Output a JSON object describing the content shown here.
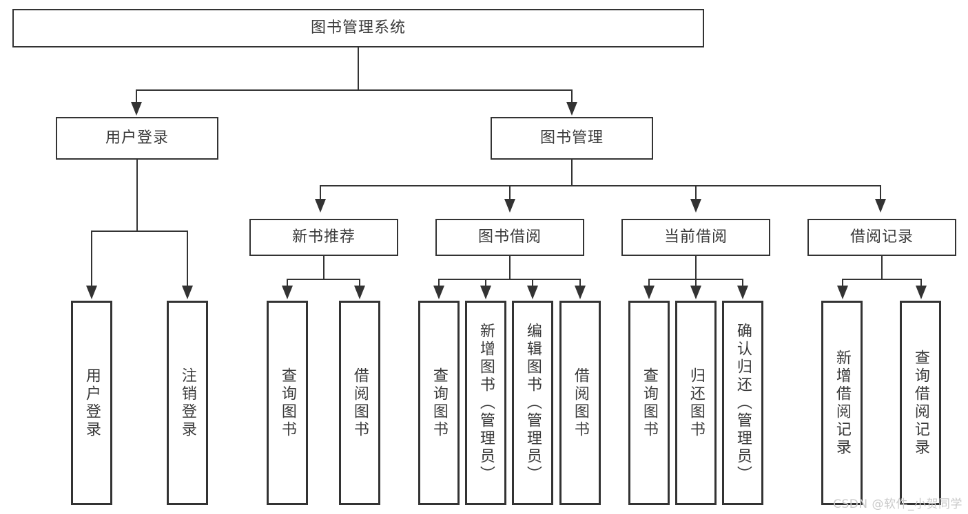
{
  "diagram": {
    "title": "图书管理系统",
    "watermark": "CSDN @软件_小贺同学",
    "root": {
      "label": "图书管理系统"
    },
    "level2": [
      {
        "id": "user-login",
        "label": "用户登录"
      },
      {
        "id": "book-management",
        "label": "图书管理"
      }
    ],
    "level3": [
      {
        "id": "new-book-recommend",
        "label": "新书推荐"
      },
      {
        "id": "book-borrow",
        "label": "图书借阅"
      },
      {
        "id": "current-borrow",
        "label": "当前借阅"
      },
      {
        "id": "borrow-record",
        "label": "借阅记录"
      }
    ],
    "leaves": {
      "user_login": [
        {
          "id": "leaf-user-login",
          "label": "用户登录"
        },
        {
          "id": "leaf-logout-login",
          "label": "注销登录"
        }
      ],
      "new_book_recommend": [
        {
          "id": "leaf-query-book-1",
          "label": "查询图书"
        },
        {
          "id": "leaf-borrow-book-1",
          "label": "借阅图书"
        }
      ],
      "book_borrow": [
        {
          "id": "leaf-query-book-2",
          "label": "查询图书"
        },
        {
          "id": "leaf-add-book",
          "label": "新增图书（管理员）"
        },
        {
          "id": "leaf-edit-book",
          "label": "编辑图书（管理员）"
        },
        {
          "id": "leaf-borrow-book-2",
          "label": "借阅图书"
        }
      ],
      "current_borrow": [
        {
          "id": "leaf-query-book-3",
          "label": "查询图书"
        },
        {
          "id": "leaf-return-book",
          "label": "归还图书"
        },
        {
          "id": "leaf-confirm-return",
          "label": "确认归还（管理员）"
        }
      ],
      "borrow_record": [
        {
          "id": "leaf-add-record",
          "label": "新增借阅记录"
        },
        {
          "id": "leaf-query-record",
          "label": "查询借阅记录"
        }
      ]
    },
    "colors": {
      "stroke": "#333333",
      "background": "#ffffff",
      "text": "#3a3a3a",
      "watermark": "#c9c9c9"
    }
  }
}
